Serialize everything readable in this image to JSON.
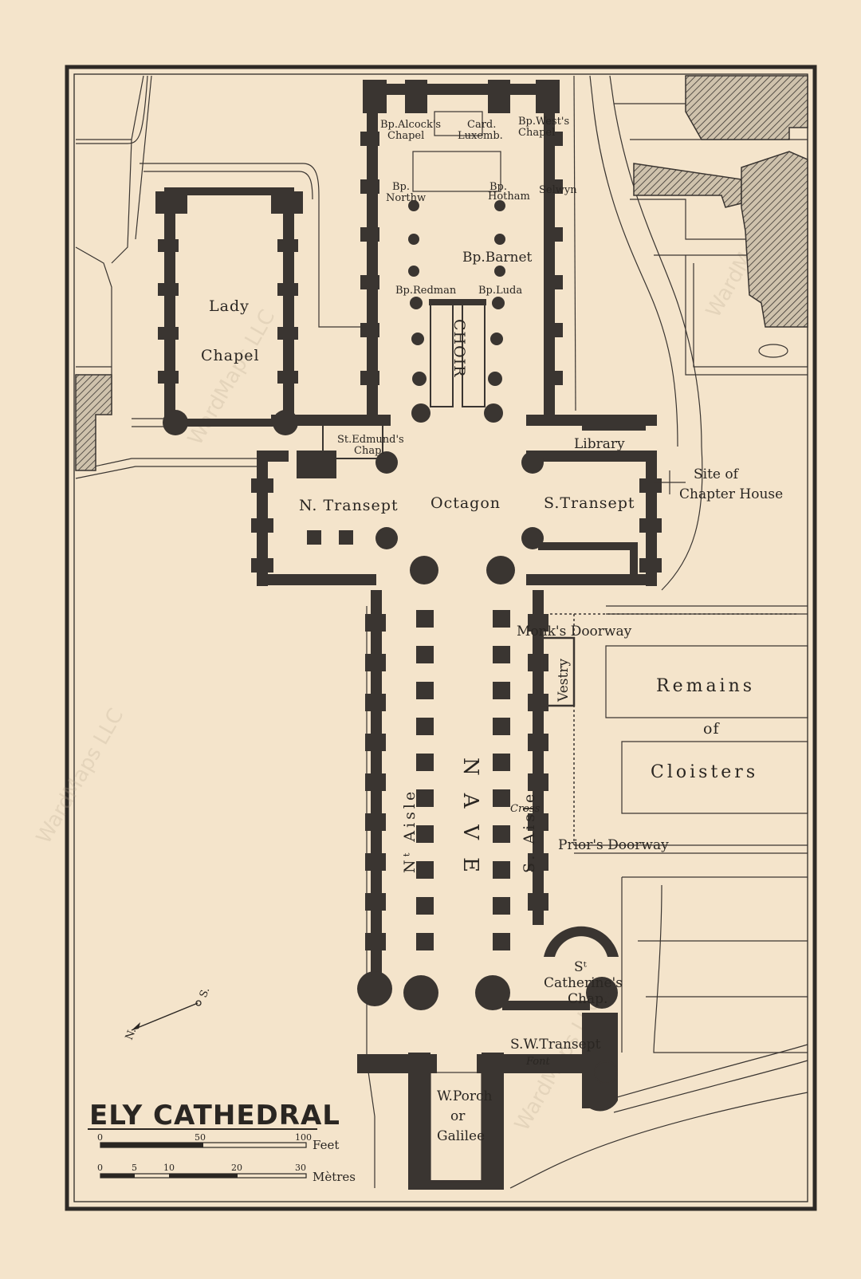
{
  "title": "ELY CATHEDRAL",
  "orientation": {
    "north": "N.",
    "south": "S."
  },
  "scale": {
    "feet_label": "Feet",
    "feet_ticks": [
      "0",
      "50",
      "100"
    ],
    "metres_label": "Mètres",
    "metres_ticks": [
      "0",
      "5",
      "10",
      "20",
      "30"
    ]
  },
  "labels": {
    "bp_alcock": [
      "Bp.Alcock's",
      "Chapel"
    ],
    "card_luxemb": [
      "Card.",
      "Luxemb."
    ],
    "bp_west": [
      "Bp.West's",
      "Chapel"
    ],
    "bp_northw": [
      "Bp.",
      "Northw"
    ],
    "bp_hotham": [
      "Bp.",
      "Hotham"
    ],
    "selwyn": "Selwyn",
    "bp_barnet": "Bp.Barnet",
    "bp_redman": "Bp.Redman",
    "bp_luda": "Bp.Luda",
    "choir": "CHOIR",
    "lady_chapel": [
      "Lady",
      "Chapel"
    ],
    "st_edmund": [
      "St.Edmund's",
      "Chap."
    ],
    "library": "Library",
    "site_chapter_house": [
      "Site of",
      "Chapter House"
    ],
    "n_transept": "N. Transept",
    "octagon": "Octagon",
    "s_transept": "S.Transept",
    "monks_doorway": "Monk's Doorway",
    "vestry": "Vestry",
    "remains_of_cloisters": [
      "Remains",
      "of",
      "Cloisters"
    ],
    "nave": "NAVE",
    "n_aisle": "Nᵗ Aisle",
    "s_aisle": "S. Aisle",
    "cross": "Cross",
    "priors_doorway": "Prior's Doorway",
    "st_catherine": [
      "Sᵗ",
      "Catherine's",
      "Chap."
    ],
    "sw_transept": "S.W.Transept",
    "font": "Font",
    "w_porch": [
      "W.Porch",
      "or",
      "Galilee"
    ]
  },
  "watermark": "WardMaps LLC"
}
